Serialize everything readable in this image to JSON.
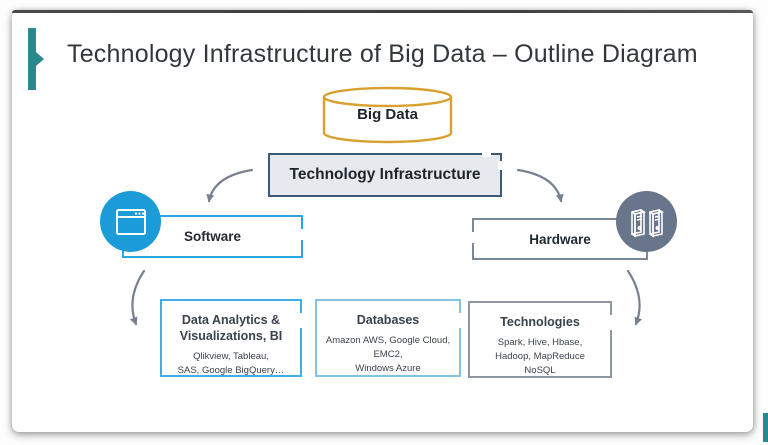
{
  "slide": {
    "title": "Technology Infrastructure of Big Data – Outline Diagram"
  },
  "nodes": {
    "big_data": "Big Data",
    "tech_infrastructure": "Technology Infrastructure",
    "software": "Software",
    "hardware": "Hardware"
  },
  "detail_boxes": [
    {
      "title_lines": [
        "Data Analytics &",
        "Visualizations, BI"
      ],
      "item_lines": [
        "Qlikview, Tableau,",
        "SAS, Google BigQuery…"
      ]
    },
    {
      "title_lines": [
        "Databases"
      ],
      "item_lines": [
        "Amazon AWS, Google Cloud,",
        "EMC2,",
        "Windows Azure"
      ]
    },
    {
      "title_lines": [
        "Technologies"
      ],
      "item_lines": [
        "Spark, Hive, Hbase,",
        "Hadoop, MapReduce",
        "NoSQL"
      ]
    }
  ],
  "icons": {
    "big_data": "database-cylinder-icon",
    "software": "browser-window-icon",
    "hardware": "server-towers-icon"
  },
  "colors": {
    "accent_teal": "#27898c",
    "software_circle": "#1b9cd8",
    "hardware_circle": "#68758a",
    "software_border": "#2aa7e0",
    "hardware_border": "#7d8896",
    "analytics_border": "#41afe7",
    "databases_border": "#85c2e2",
    "technologies_border": "#8d98a4",
    "infrastructure_border": "#3d5a74",
    "infrastructure_fill": "#e6e9ee",
    "cylinder_stroke": "#d9a02f",
    "arrow": "#76808f"
  }
}
